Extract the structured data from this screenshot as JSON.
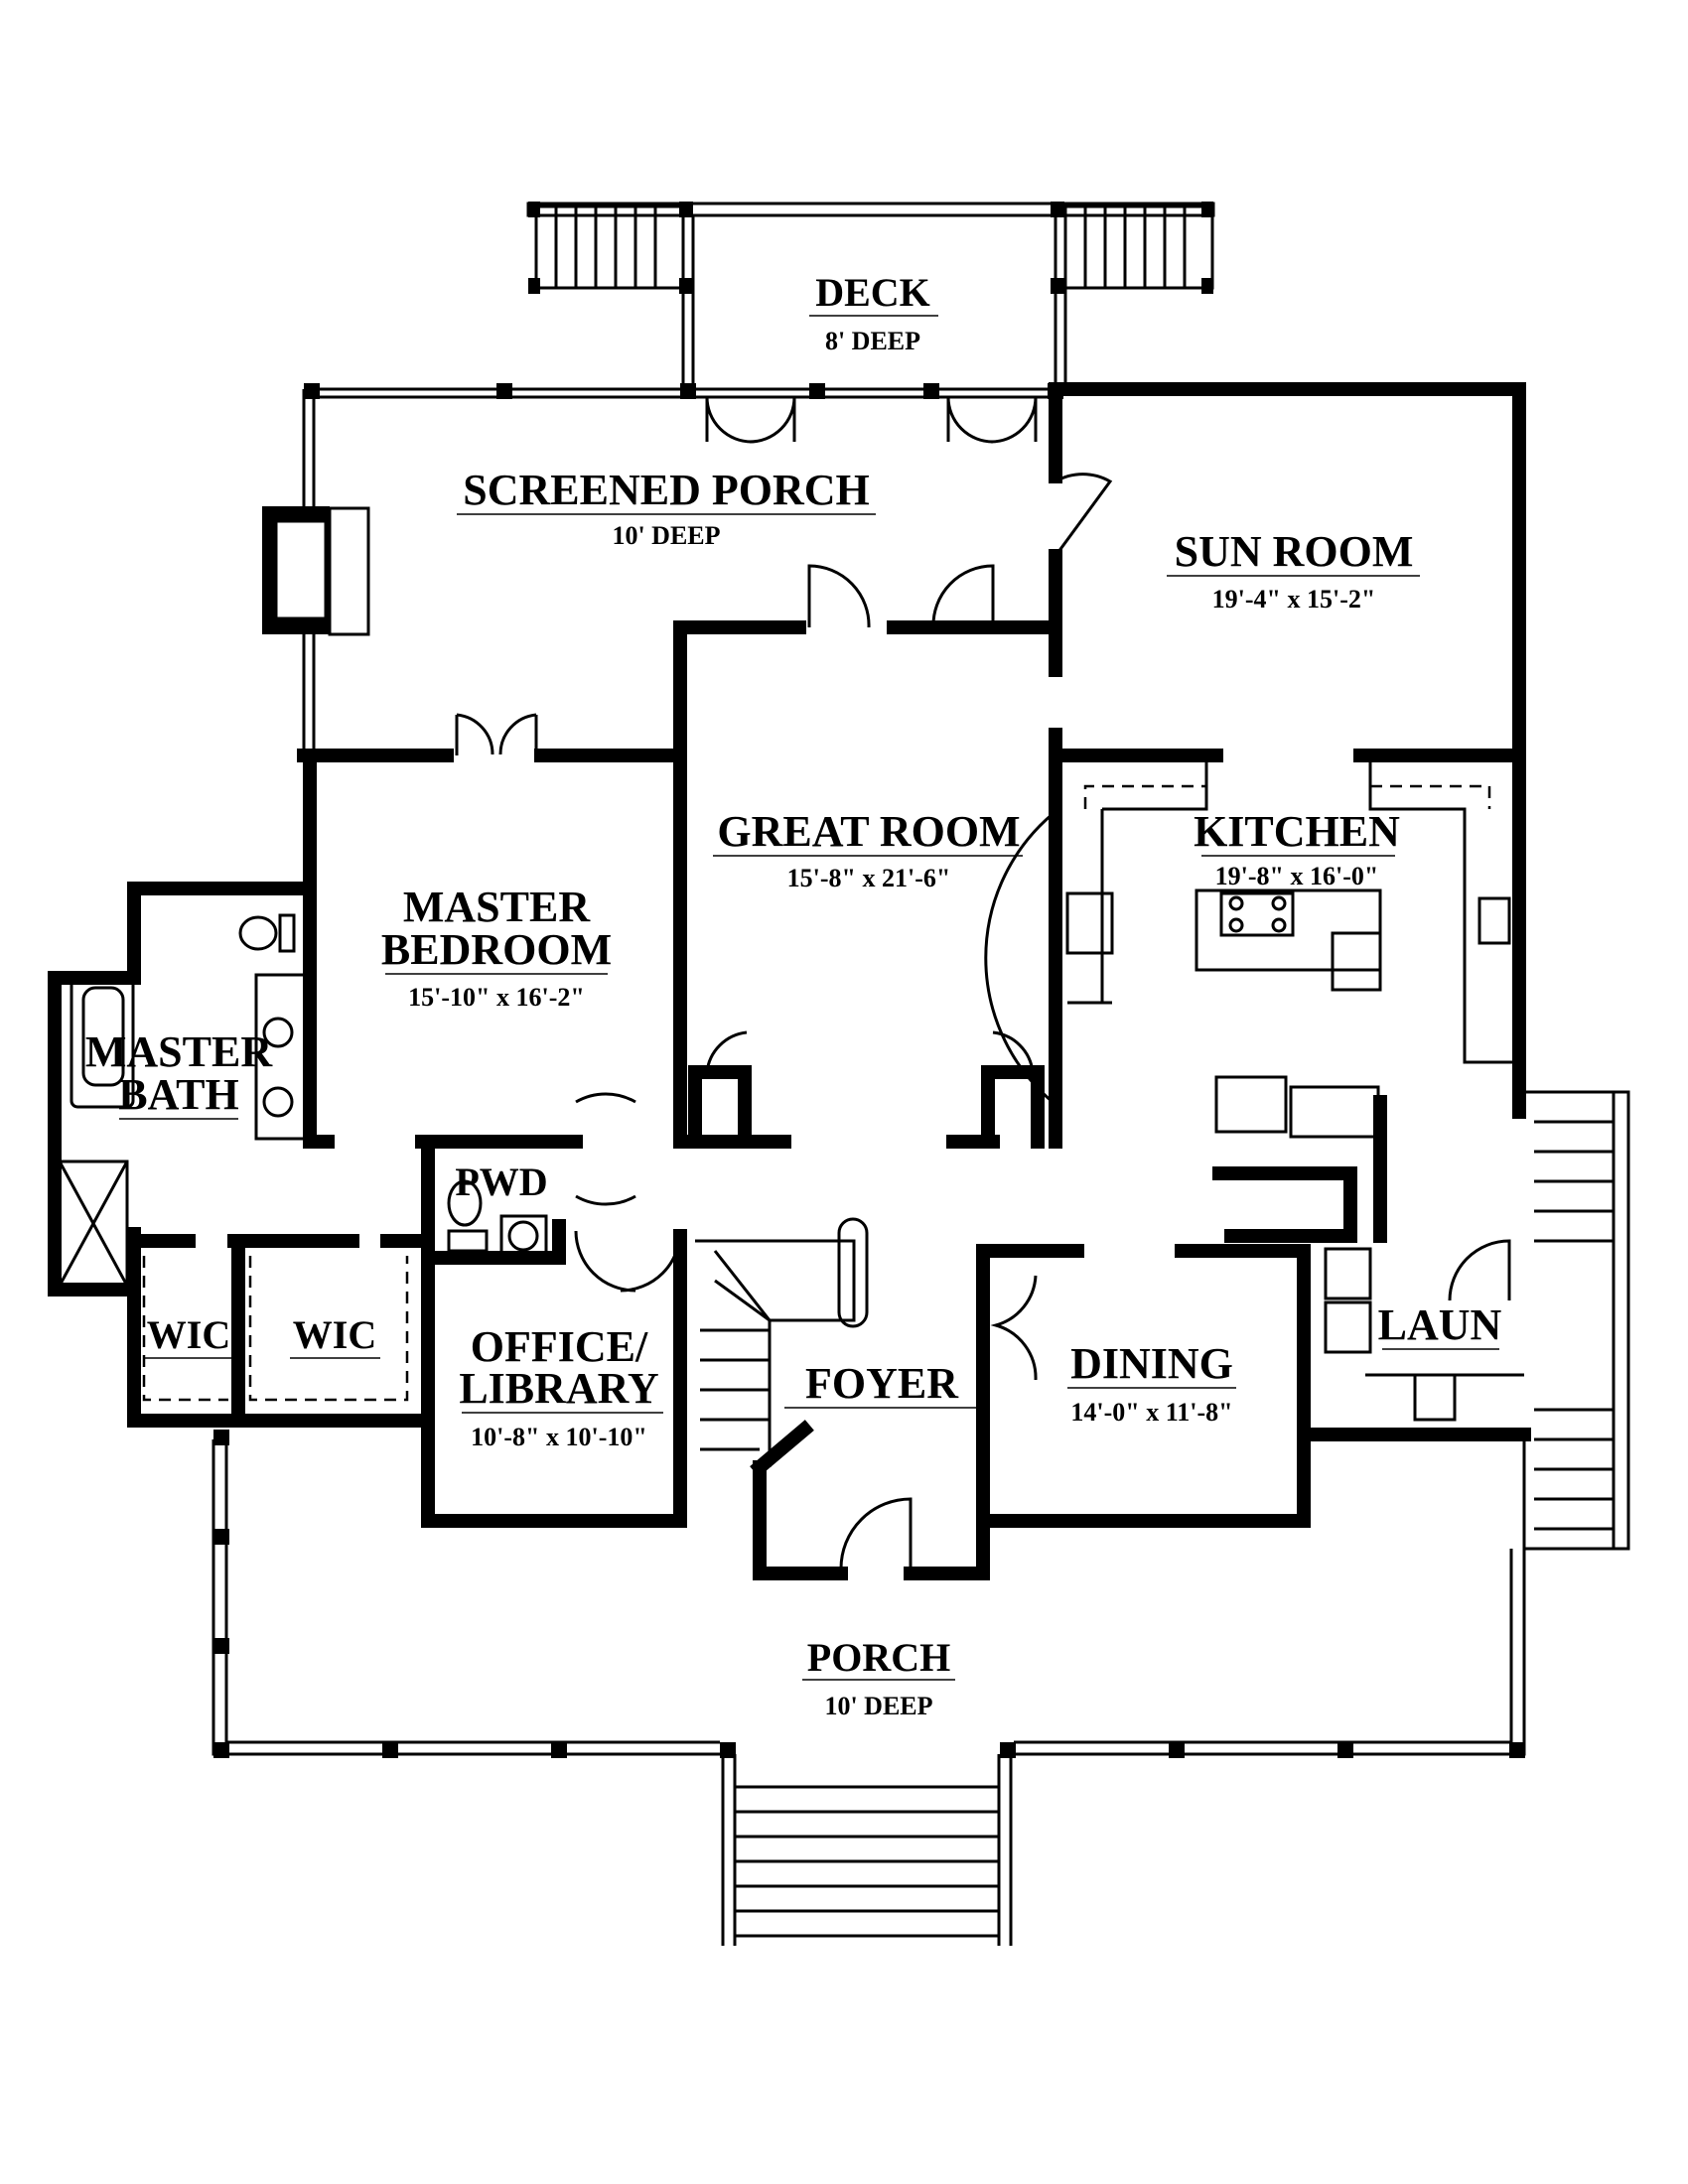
{
  "rooms": {
    "deck": {
      "name": "DECK",
      "dims": "8' DEEP"
    },
    "screened_porch": {
      "name": "SCREENED PORCH",
      "dims": "10' DEEP"
    },
    "sun_room": {
      "name": "SUN ROOM",
      "dims": "19'-4\" x 15'-2\""
    },
    "great_room": {
      "name": "GREAT ROOM",
      "dims": "15'-8\" x 21'-6\""
    },
    "kitchen": {
      "name": "KITCHEN",
      "dims": "19'-8\" x 16'-0\""
    },
    "master_bedroom": {
      "name_line1": "MASTER",
      "name_line2": "BEDROOM",
      "dims": "15'-10\" x 16'-2\""
    },
    "master_bath": {
      "name_line1": "MASTER",
      "name_line2": "BATH"
    },
    "wic_1": {
      "name": "WIC"
    },
    "wic_2": {
      "name": "WIC"
    },
    "powder": {
      "name": "PWD"
    },
    "office": {
      "name_line1": "OFFICE/",
      "name_line2": "LIBRARY",
      "dims": "10'-8\" x 10'-10\""
    },
    "foyer": {
      "name": "FOYER"
    },
    "dining": {
      "name": "DINING",
      "dims": "14'-0\" x 11'-8\""
    },
    "laundry": {
      "name": "LAUN"
    },
    "porch": {
      "name": "PORCH",
      "dims": "10' DEEP"
    }
  }
}
